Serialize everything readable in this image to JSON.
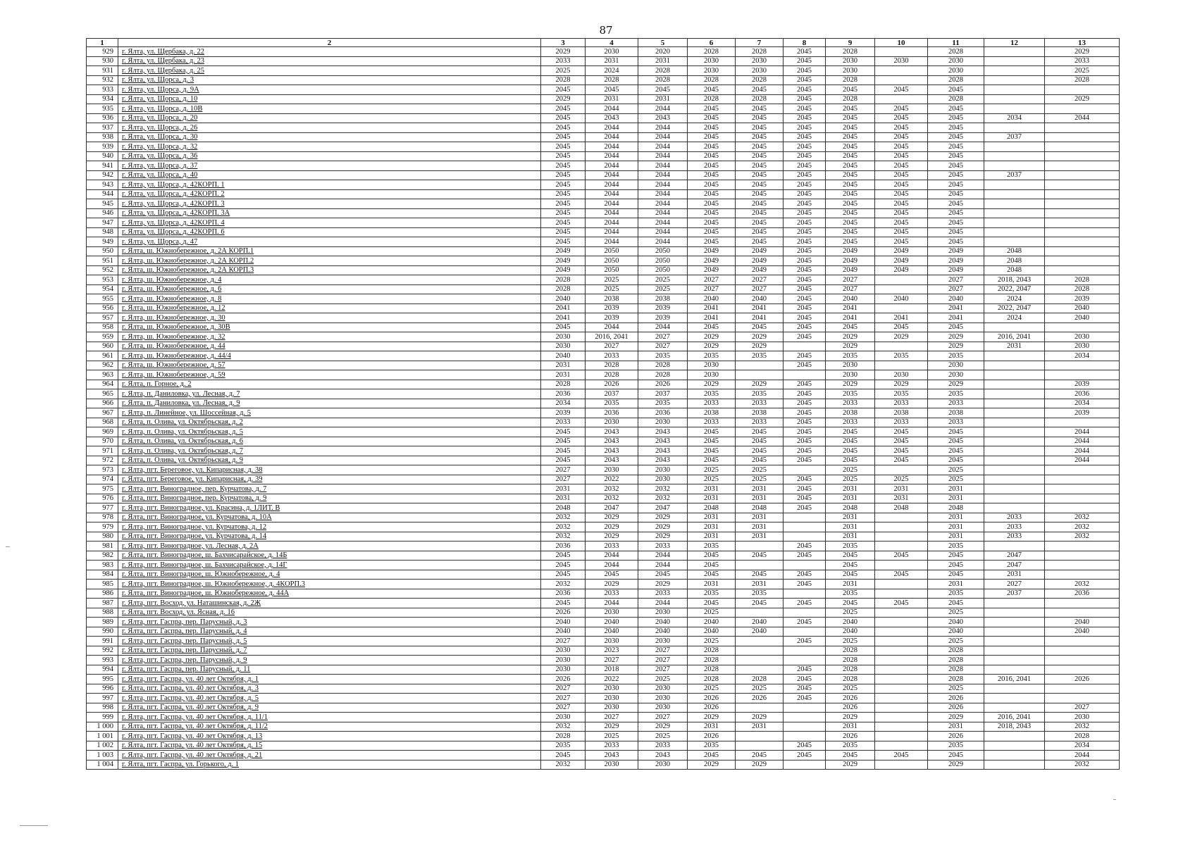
{
  "page_number": "87",
  "columns": [
    "1",
    "2",
    "3",
    "4",
    "5",
    "6",
    "7",
    "8",
    "9",
    "10",
    "11",
    "12",
    "13"
  ],
  "rows": [
    [
      "929",
      "г. Ялта, ул. Щербака, д. 22",
      "2029",
      "2030",
      "2020",
      "2028",
      "2028",
      "2045",
      "2028",
      "",
      "2028",
      "",
      "2029"
    ],
    [
      "930",
      "г. Ялта, ул. Щербака, д. 23",
      "2033",
      "2031",
      "2031",
      "2030",
      "2030",
      "2045",
      "2030",
      "2030",
      "2030",
      "",
      "2033"
    ],
    [
      "931",
      "г. Ялта, ул. Щербака, д. 25",
      "2025",
      "2024",
      "2028",
      "2030",
      "2030",
      "2045",
      "2030",
      "",
      "2030",
      "",
      "2025"
    ],
    [
      "932",
      "г. Ялта, ул. Щорса, д. 3",
      "2028",
      "2028",
      "2028",
      "2028",
      "2028",
      "2045",
      "2028",
      "",
      "2028",
      "",
      "2028"
    ],
    [
      "933",
      "г. Ялта, ул. Щорса, д. 9А",
      "2045",
      "2045",
      "2045",
      "2045",
      "2045",
      "2045",
      "2045",
      "2045",
      "2045",
      "",
      ""
    ],
    [
      "934",
      "г. Ялта, ул. Щорса, д. 10",
      "2029",
      "2031",
      "2031",
      "2028",
      "2028",
      "2045",
      "2028",
      "",
      "2028",
      "",
      "2029"
    ],
    [
      "935",
      "г. Ялта, ул. Щорса, д. 10В",
      "2045",
      "2044",
      "2044",
      "2045",
      "2045",
      "2045",
      "2045",
      "2045",
      "2045",
      "",
      ""
    ],
    [
      "936",
      "г. Ялта, ул. Щорса, д. 20",
      "2045",
      "2043",
      "2043",
      "2045",
      "2045",
      "2045",
      "2045",
      "2045",
      "2045",
      "2034",
      "2044"
    ],
    [
      "937",
      "г. Ялта, ул. Щорса, д. 26",
      "2045",
      "2044",
      "2044",
      "2045",
      "2045",
      "2045",
      "2045",
      "2045",
      "2045",
      "",
      ""
    ],
    [
      "938",
      "г. Ялта, ул. Щорса, д. 30",
      "2045",
      "2044",
      "2044",
      "2045",
      "2045",
      "2045",
      "2045",
      "2045",
      "2045",
      "2037",
      ""
    ],
    [
      "939",
      "г. Ялта, ул. Щорса, д. 32",
      "2045",
      "2044",
      "2044",
      "2045",
      "2045",
      "2045",
      "2045",
      "2045",
      "2045",
      "",
      ""
    ],
    [
      "940",
      "г. Ялта, ул. Щорса, д. 36",
      "2045",
      "2044",
      "2044",
      "2045",
      "2045",
      "2045",
      "2045",
      "2045",
      "2045",
      "",
      ""
    ],
    [
      "941",
      "г. Ялта, ул. Щорса, д. 37",
      "2045",
      "2044",
      "2044",
      "2045",
      "2045",
      "2045",
      "2045",
      "2045",
      "2045",
      "",
      ""
    ],
    [
      "942",
      "г. Ялта, ул. Щорса, д. 40",
      "2045",
      "2044",
      "2044",
      "2045",
      "2045",
      "2045",
      "2045",
      "2045",
      "2045",
      "2037",
      ""
    ],
    [
      "943",
      "г. Ялта, ул. Щорса, д. 42КОРП. 1",
      "2045",
      "2044",
      "2044",
      "2045",
      "2045",
      "2045",
      "2045",
      "2045",
      "2045",
      "",
      ""
    ],
    [
      "944",
      "г. Ялта, ул. Щорса, д. 42КОРП. 2",
      "2045",
      "2044",
      "2044",
      "2045",
      "2045",
      "2045",
      "2045",
      "2045",
      "2045",
      "",
      ""
    ],
    [
      "945",
      "г. Ялта, ул. Щорса, д. 42КОРП. 3",
      "2045",
      "2044",
      "2044",
      "2045",
      "2045",
      "2045",
      "2045",
      "2045",
      "2045",
      "",
      ""
    ],
    [
      "946",
      "г. Ялта, ул. Щорса, д. 42КОРП. 3А",
      "2045",
      "2044",
      "2044",
      "2045",
      "2045",
      "2045",
      "2045",
      "2045",
      "2045",
      "",
      ""
    ],
    [
      "947",
      "г. Ялта, ул. Щорса, д. 42КОРП. 4",
      "2045",
      "2044",
      "2044",
      "2045",
      "2045",
      "2045",
      "2045",
      "2045",
      "2045",
      "",
      ""
    ],
    [
      "948",
      "г. Ялта, ул. Щорса, д. 42КОРП. 6",
      "2045",
      "2044",
      "2044",
      "2045",
      "2045",
      "2045",
      "2045",
      "2045",
      "2045",
      "",
      ""
    ],
    [
      "949",
      "г. Ялта, ул. Щорса, д. 47",
      "2045",
      "2044",
      "2044",
      "2045",
      "2045",
      "2045",
      "2045",
      "2045",
      "2045",
      "",
      ""
    ],
    [
      "950",
      "г. Ялта, ш. Южнобережное, д. 2А КОРП.1",
      "2049",
      "2050",
      "2050",
      "2049",
      "2049",
      "2045",
      "2049",
      "2049",
      "2049",
      "2048",
      ""
    ],
    [
      "951",
      "г. Ялта, ш. Южнобережное, д. 2А КОРП.2",
      "2049",
      "2050",
      "2050",
      "2049",
      "2049",
      "2045",
      "2049",
      "2049",
      "2049",
      "2048",
      ""
    ],
    [
      "952",
      "г. Ялта, ш. Южнобережное, д. 2А КОРП.3",
      "2049",
      "2050",
      "2050",
      "2049",
      "2049",
      "2045",
      "2049",
      "2049",
      "2049",
      "2048",
      ""
    ],
    [
      "953",
      "г. Ялта, ш. Южнобережное, д. 4",
      "2028",
      "2025",
      "2025",
      "2027",
      "2027",
      "2045",
      "2027",
      "",
      "2027",
      "2018, 2043",
      "2028"
    ],
    [
      "954",
      "г. Ялта, ш. Южнобережное, д. 6",
      "2028",
      "2025",
      "2025",
      "2027",
      "2027",
      "2045",
      "2027",
      "",
      "2027",
      "2022, 2047",
      "2028"
    ],
    [
      "955",
      "г. Ялта, ш. Южнобережное, д. 8",
      "2040",
      "2038",
      "2038",
      "2040",
      "2040",
      "2045",
      "2040",
      "2040",
      "2040",
      "2024",
      "2039"
    ],
    [
      "956",
      "г. Ялта, ш. Южнобережное, д. 12",
      "2041",
      "2039",
      "2039",
      "2041",
      "2041",
      "2045",
      "2041",
      "",
      "2041",
      "2022, 2047",
      "2040"
    ],
    [
      "957",
      "г. Ялта, ш. Южнобережное, д. 30",
      "2041",
      "2039",
      "2039",
      "2041",
      "2041",
      "2045",
      "2041",
      "2041",
      "2041",
      "2024",
      "2040"
    ],
    [
      "958",
      "г. Ялта, ш. Южнобережное, д. 30В",
      "2045",
      "2044",
      "2044",
      "2045",
      "2045",
      "2045",
      "2045",
      "2045",
      "2045",
      "",
      ""
    ],
    [
      "959",
      "г. Ялта, ш. Южнобережное, д. 32",
      "2030",
      "2016, 2041",
      "2027",
      "2029",
      "2029",
      "2045",
      "2029",
      "2029",
      "2029",
      "2016, 2041",
      "2030"
    ],
    [
      "960",
      "г. Ялта, ш. Южнобережное, д. 44",
      "2030",
      "2027",
      "2027",
      "2029",
      "2029",
      "",
      "2029",
      "",
      "2029",
      "2031",
      "2030"
    ],
    [
      "961",
      "г. Ялта, ш. Южнобережное, д. 44/4",
      "2040",
      "2033",
      "2035",
      "2035",
      "2035",
      "2045",
      "2035",
      "2035",
      "2035",
      "",
      "2034"
    ],
    [
      "962",
      "г. Ялта, ш. Южнобережное, д. 57",
      "2031",
      "2028",
      "2028",
      "2030",
      "",
      "2045",
      "2030",
      "",
      "2030",
      "",
      ""
    ],
    [
      "963",
      "г. Ялта, ш. Южнобережное, д. 59",
      "2031",
      "2028",
      "2028",
      "2030",
      "",
      "",
      "2030",
      "2030",
      "2030",
      "",
      ""
    ],
    [
      "964",
      "г. Ялта, п. Горное, д. 2",
      "2028",
      "2026",
      "2026",
      "2029",
      "2029",
      "2045",
      "2029",
      "2029",
      "2029",
      "",
      "2039"
    ],
    [
      "965",
      "г. Ялта, п. Даниловка, ул. Лесная, д. 7",
      "2036",
      "2037",
      "2037",
      "2035",
      "2035",
      "2045",
      "2035",
      "2035",
      "2035",
      "",
      "2036"
    ],
    [
      "966",
      "г. Ялта, п. Даниловка, ул. Лесная, д. 9",
      "2034",
      "2035",
      "2035",
      "2033",
      "2033",
      "2045",
      "2033",
      "2033",
      "2033",
      "",
      "2034"
    ],
    [
      "967",
      "г. Ялта, п. Линейное, ул. Шоссейная, д. 5",
      "2039",
      "2036",
      "2036",
      "2038",
      "2038",
      "2045",
      "2038",
      "2038",
      "2038",
      "",
      "2039"
    ],
    [
      "968",
      "г. Ялта, п. Олива, ул. Октябрьская, д. 2",
      "2033",
      "2030",
      "2030",
      "2033",
      "2033",
      "2045",
      "2033",
      "2033",
      "2033",
      "",
      ""
    ],
    [
      "969",
      "г. Ялта, п. Олива, ул. Октябрьская, д. 5",
      "2045",
      "2043",
      "2043",
      "2045",
      "2045",
      "2045",
      "2045",
      "2045",
      "2045",
      "",
      "2044"
    ],
    [
      "970",
      "г. Ялта, п. Олива, ул. Октябрьская, д. 6",
      "2045",
      "2043",
      "2043",
      "2045",
      "2045",
      "2045",
      "2045",
      "2045",
      "2045",
      "",
      "2044"
    ],
    [
      "971",
      "г. Ялта, п. Олива, ул. Октябрьская, д. 7",
      "2045",
      "2043",
      "2043",
      "2045",
      "2045",
      "2045",
      "2045",
      "2045",
      "2045",
      "",
      "2044"
    ],
    [
      "972",
      "г. Ялта, п. Олива, ул. Октябрьская, д. 9",
      "2045",
      "2043",
      "2043",
      "2045",
      "2045",
      "2045",
      "2045",
      "2045",
      "2045",
      "",
      "2044"
    ],
    [
      "973",
      "г. Ялта, пгт. Береговое, ул. Кипарисная, д. 38",
      "2027",
      "2030",
      "2030",
      "2025",
      "2025",
      "",
      "2025",
      "",
      "2025",
      "",
      ""
    ],
    [
      "974",
      "г. Ялта, пгт. Береговое, ул. Кипарисная, д. 39",
      "2027",
      "2022",
      "2030",
      "2025",
      "2025",
      "2045",
      "2025",
      "2025",
      "2025",
      "",
      ""
    ],
    [
      "975",
      "г. Ялта, пгт. Виноградное, пер. Курчатова, д. 7",
      "2031",
      "2032",
      "2032",
      "2031",
      "2031",
      "2045",
      "2031",
      "2031",
      "2031",
      "",
      ""
    ],
    [
      "976",
      "г. Ялта, пгт. Виноградное, пер. Курчатова, д. 9",
      "2031",
      "2032",
      "2032",
      "2031",
      "2031",
      "2045",
      "2031",
      "2031",
      "2031",
      "",
      ""
    ],
    [
      "977",
      "г. Ялта, пгт. Виноградное, ул. Красина, д. 1ЛИТ. В",
      "2048",
      "2047",
      "2047",
      "2048",
      "2048",
      "2045",
      "2048",
      "2048",
      "2048",
      "",
      ""
    ],
    [
      "978",
      "г. Ялта, пгт. Виноградное, ул. Курчатова, д. 10А",
      "2032",
      "2029",
      "2029",
      "2031",
      "2031",
      "",
      "2031",
      "",
      "2031",
      "2033",
      "2032"
    ],
    [
      "979",
      "г. Ялта, пгт. Виноградное, ул. Курчатова, д. 12",
      "2032",
      "2029",
      "2029",
      "2031",
      "2031",
      "",
      "2031",
      "",
      "2031",
      "2033",
      "2032"
    ],
    [
      "980",
      "г. Ялта, пгт. Виноградное, ул. Курчатова, д. 14",
      "2032",
      "2029",
      "2029",
      "2031",
      "2031",
      "",
      "2031",
      "",
      "2031",
      "2033",
      "2032"
    ],
    [
      "981",
      "г. Ялта, пгт. Виноградное, ул. Лесная, д. 2А",
      "2036",
      "2033",
      "2033",
      "2035",
      "",
      "2045",
      "2035",
      "",
      "2035",
      "",
      ""
    ],
    [
      "982",
      "г. Ялта, пгт. Виноградное, ш. Бахчисарайское, д. 14Б",
      "2045",
      "2044",
      "2044",
      "2045",
      "2045",
      "2045",
      "2045",
      "2045",
      "2045",
      "2047",
      ""
    ],
    [
      "983",
      "г. Ялта, пгт. Виноградное, ш. Бахчисарайское, д. 14Г",
      "2045",
      "2044",
      "2044",
      "2045",
      "",
      "",
      "2045",
      "",
      "2045",
      "2047",
      ""
    ],
    [
      "984",
      "г. Ялта, пгт. Виноградное, ш. Южнобережное, д. 4",
      "2045",
      "2045",
      "2045",
      "2045",
      "2045",
      "2045",
      "2045",
      "2045",
      "2045",
      "2031",
      ""
    ],
    [
      "985",
      "г. Ялта, пгт. Виноградное, ш. Южнобережное, д. 4КОРП.3",
      "2032",
      "2029",
      "2029",
      "2031",
      "2031",
      "2045",
      "2031",
      "",
      "2031",
      "2027",
      "2032"
    ],
    [
      "986",
      "г. Ялта, пгт. Виноградное, ш. Южнобережное, д. 44А",
      "2036",
      "2033",
      "2033",
      "2035",
      "2035",
      "",
      "2035",
      "",
      "2035",
      "2037",
      "2036"
    ],
    [
      "987",
      "г. Ялта, пгт. Восход, ул. Наташинская, д. 2Ж",
      "2045",
      "2044",
      "2044",
      "2045",
      "2045",
      "2045",
      "2045",
      "2045",
      "2045",
      "",
      ""
    ],
    [
      "988",
      "г. Ялта, пгт. Восход, ул. Ясная, д. 16",
      "2026",
      "2030",
      "2030",
      "2025",
      "",
      "",
      "2025",
      "",
      "2025",
      "",
      ""
    ],
    [
      "989",
      "г. Ялта, пгт. Гаспра, пер. Парусный, д. 3",
      "2040",
      "2040",
      "2040",
      "2040",
      "2040",
      "2045",
      "2040",
      "",
      "2040",
      "",
      "2040"
    ],
    [
      "990",
      "г. Ялта, пгт. Гаспра, пер. Парусный, д. 4",
      "2040",
      "2040",
      "2040",
      "2040",
      "2040",
      "",
      "2040",
      "",
      "2040",
      "",
      "2040"
    ],
    [
      "991",
      "г. Ялта, пгт. Гаспра, пер. Парусный, д. 5",
      "2027",
      "2030",
      "2030",
      "2025",
      "",
      "2045",
      "2025",
      "",
      "2025",
      "",
      ""
    ],
    [
      "992",
      "г. Ялта, пгт. Гаспра, пер. Парусный, д. 7",
      "2030",
      "2023",
      "2027",
      "2028",
      "",
      "",
      "2028",
      "",
      "2028",
      "",
      ""
    ],
    [
      "993",
      "г. Ялта, пгт. Гаспра, пер. Парусный, д. 9",
      "2030",
      "2027",
      "2027",
      "2028",
      "",
      "",
      "2028",
      "",
      "2028",
      "",
      ""
    ],
    [
      "994",
      "г. Ялта, пгт. Гаспра, пер. Парусный, д. 11",
      "2030",
      "2018",
      "2027",
      "2028",
      "",
      "2045",
      "2028",
      "",
      "2028",
      "",
      ""
    ],
    [
      "995",
      "г. Ялта, пгт. Гаспра, ул. 40 лет Октября, д. 1",
      "2026",
      "2022",
      "2025",
      "2028",
      "2028",
      "2045",
      "2028",
      "",
      "2028",
      "2016, 2041",
      "2026"
    ],
    [
      "996",
      "г. Ялта, пгт. Гаспра, ул. 40 лет Октября, д. 3",
      "2027",
      "2030",
      "2030",
      "2025",
      "2025",
      "2045",
      "2025",
      "",
      "2025",
      "",
      ""
    ],
    [
      "997",
      "г. Ялта, пгт. Гаспра, ул. 40 лет Октября, д. 5",
      "2027",
      "2030",
      "2030",
      "2026",
      "2026",
      "2045",
      "2026",
      "",
      "2026",
      "",
      ""
    ],
    [
      "998",
      "г. Ялта, пгт. Гаспра, ул. 40 лет Октября, д. 9",
      "2027",
      "2030",
      "2030",
      "2026",
      "",
      "",
      "2026",
      "",
      "2026",
      "",
      "2027"
    ],
    [
      "999",
      "г. Ялта, пгт. Гаспра, ул. 40 лет Октября, д. 11/1",
      "2030",
      "2027",
      "2027",
      "2029",
      "2029",
      "",
      "2029",
      "",
      "2029",
      "2016, 2041",
      "2030"
    ],
    [
      "1 000",
      "г. Ялта, пгт. Гаспра, ул. 40 лет Октября, д. 11/2",
      "2032",
      "2029",
      "2029",
      "2031",
      "2031",
      "",
      "2031",
      "",
      "2031",
      "2018, 2043",
      "2032"
    ],
    [
      "1 001",
      "г. Ялта, пгт. Гаспра, ул. 40 лет Октября, д. 13",
      "2028",
      "2025",
      "2025",
      "2026",
      "",
      "",
      "2026",
      "",
      "2026",
      "",
      "2028"
    ],
    [
      "1 002",
      "г. Ялта, пгт. Гаспра, ул. 40 лет Октября, д. 15",
      "2035",
      "2033",
      "2033",
      "2035",
      "",
      "2045",
      "2035",
      "",
      "2035",
      "",
      "2034"
    ],
    [
      "1 003",
      "г. Ялта, пгт. Гаспра, ул. 40 лет Октября, д. 21",
      "2045",
      "2043",
      "2043",
      "2045",
      "2045",
      "2045",
      "2045",
      "2045",
      "2045",
      "",
      "2044"
    ],
    [
      "1 004",
      "г. Ялта, пгт. Гаспра, ул. Горького, д. 1",
      "2032",
      "2030",
      "2030",
      "2029",
      "2029",
      "",
      "2029",
      "",
      "2029",
      "",
      "2032"
    ]
  ]
}
